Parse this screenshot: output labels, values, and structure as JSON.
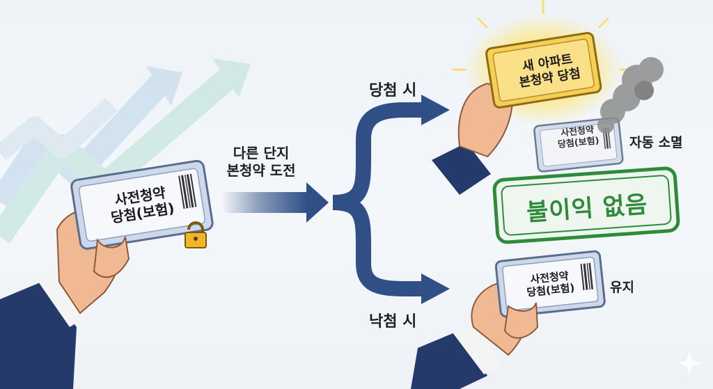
{
  "left": {
    "ticket_line1": "사전청약",
    "ticket_line2": "당첨(보험)",
    "challenge_line1": "다른 단지",
    "challenge_line2": "본청약 도전"
  },
  "branch": {
    "win_label": "당첨 시",
    "lose_label": "낙첨 시"
  },
  "win_outcome": {
    "gold_ticket_line1": "새 아파트",
    "gold_ticket_line2": "본청약 당첨",
    "old_ticket_line1": "사전청약",
    "old_ticket_line2": "당첨(보험)",
    "expire_label": "자동 소멸",
    "stamp_text": "불이익 없음"
  },
  "lose_outcome": {
    "ticket_line1": "사전청약",
    "ticket_line2": "당첨(보험)",
    "keep_label": "유지"
  },
  "icons": [
    "lock-icon",
    "smoke-icon",
    "barcode-icon",
    "sparkle-icon",
    "trend-arrow-icon",
    "hand-icon"
  ],
  "colors": {
    "arrow_navy": "#2f4f86",
    "ticket_blue": "#cdd9ea",
    "ticket_gold": "#f6cf56",
    "stamp_green": "#2e8b3a",
    "sleeve_navy": "#233a6b"
  }
}
